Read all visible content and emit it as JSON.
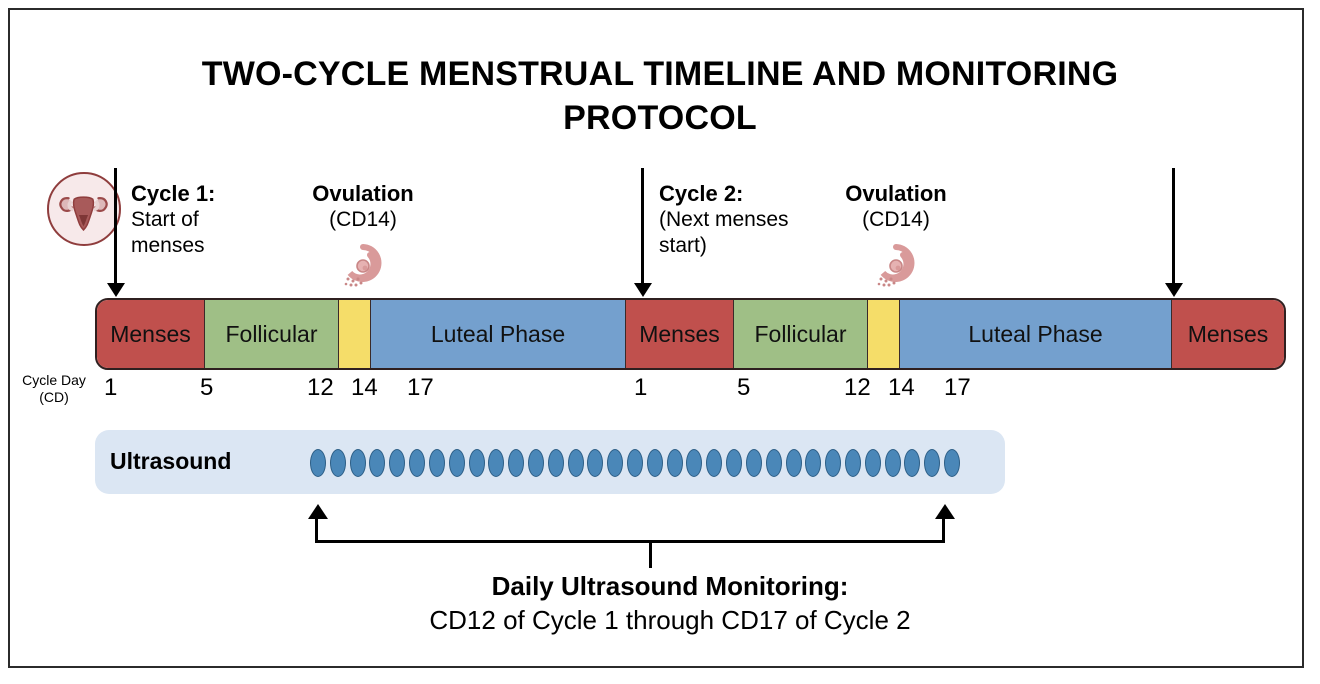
{
  "title": "TWO-CYCLE MENSTRUAL TIMELINE AND MONITORING PROTOCOL",
  "annotations": {
    "cycle1": {
      "heading": "Cycle 1:",
      "line1": "Start of",
      "line2": "menses"
    },
    "ovulation1": {
      "heading": "Ovulation",
      "sub": "(CD14)"
    },
    "cycle2": {
      "heading": "Cycle 2:",
      "line1": "(Next menses",
      "line2": "start)"
    },
    "ovulation2": {
      "heading": "Ovulation",
      "sub": "(CD14)"
    }
  },
  "icons": {
    "uterus": "uterus-icon",
    "follicle": "ovulation-follicle-icon"
  },
  "phase_bar": {
    "cycle_day_label_line1": "Cycle Day",
    "cycle_day_label_line2": "(CD)",
    "segments": [
      {
        "label": "Menses",
        "color": "#c0504d",
        "cycle": 1
      },
      {
        "label": "Follicular",
        "color": "#9fbf86",
        "cycle": 1
      },
      {
        "label": "",
        "color": "#f5dd69",
        "cycle": 1
      },
      {
        "label": "Luteal Phase",
        "color": "#74a0ce",
        "cycle": 1
      },
      {
        "label": "Menses",
        "color": "#c0504d",
        "cycle": 2
      },
      {
        "label": "Follicular",
        "color": "#9fbf86",
        "cycle": 2
      },
      {
        "label": "",
        "color": "#f5dd69",
        "cycle": 2
      },
      {
        "label": "Luteal Phase",
        "color": "#74a0ce",
        "cycle": 2
      },
      {
        "label": "Menses",
        "color": "#c0504d",
        "cycle": 3
      }
    ],
    "ticks": [
      "1",
      "5",
      "12",
      "14",
      "17",
      "1",
      "5",
      "12",
      "14",
      "17"
    ]
  },
  "ultrasound": {
    "label": "Ultrasound",
    "dot_count": 33,
    "dot_color": "#4a87b8",
    "band_color": "#dbe6f3"
  },
  "footer": {
    "heading": "Daily Ultrasound Monitoring:",
    "detail": "CD12 of Cycle 1 through CD17 of Cycle 2"
  },
  "colors": {
    "menses": "#c0504d",
    "follicular": "#9fbf86",
    "ovulation": "#f5dd69",
    "luteal": "#74a0ce",
    "ultrasound_band": "#dbe6f3",
    "frame": "#2b2b2b"
  }
}
